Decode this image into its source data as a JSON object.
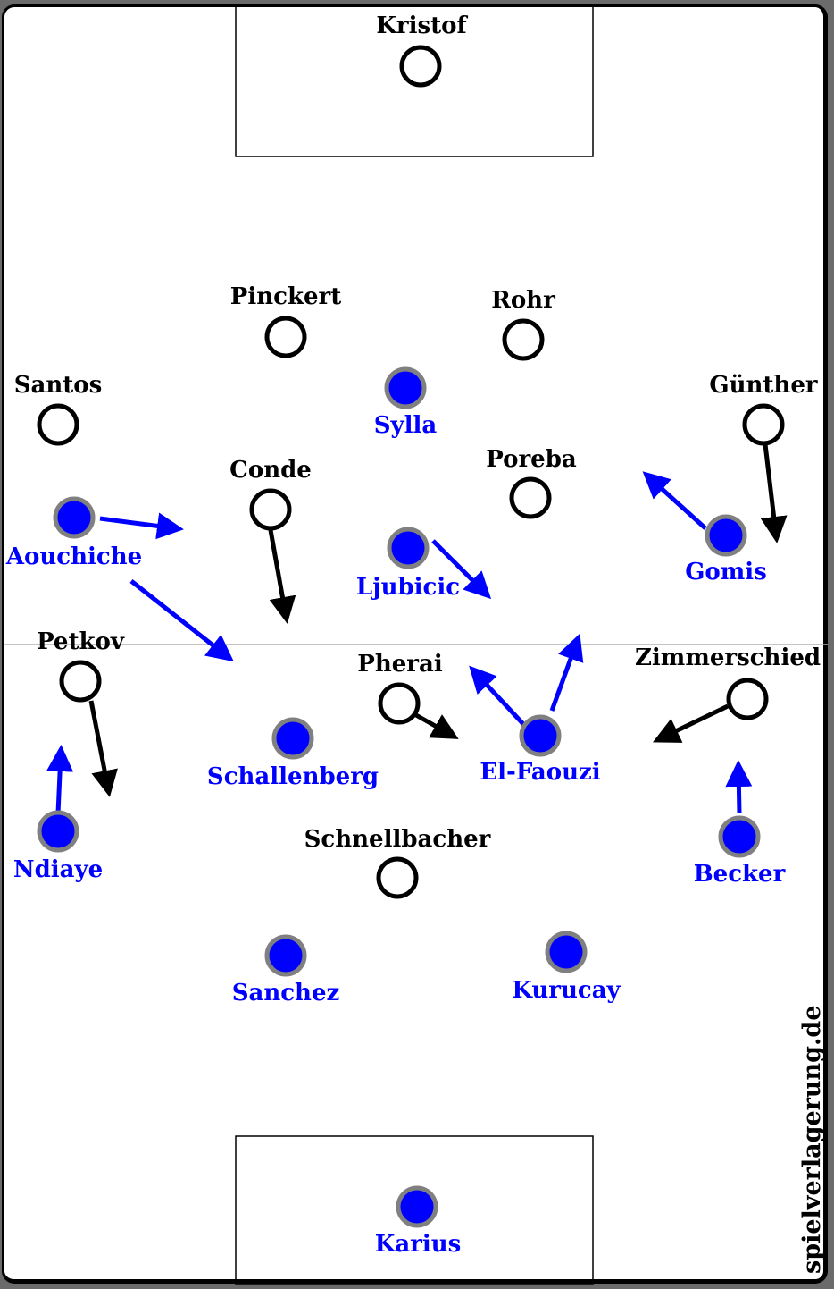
{
  "diagram": {
    "type": "football-formation",
    "colors": {
      "team_outline": "#000000",
      "team_blue": "#0000ff",
      "blue_ring": "#808080",
      "halfway_line": "#b0b0b0"
    },
    "watermark": "spielverlagerung.de",
    "teams": {
      "white": {
        "style": "hollow-circle",
        "players": [
          {
            "id": "kristof",
            "name": "Kristof"
          },
          {
            "id": "pinckert",
            "name": "Pinckert"
          },
          {
            "id": "rohr",
            "name": "Rohr"
          },
          {
            "id": "santos",
            "name": "Santos"
          },
          {
            "id": "guenther",
            "name": "Günther"
          },
          {
            "id": "conde",
            "name": "Conde"
          },
          {
            "id": "poreba",
            "name": "Poreba"
          },
          {
            "id": "petkov",
            "name": "Petkov"
          },
          {
            "id": "pherai",
            "name": "Pherai"
          },
          {
            "id": "zimmerschied",
            "name": "Zimmerschied"
          },
          {
            "id": "schnellbacher",
            "name": "Schnellbacher"
          }
        ]
      },
      "blue": {
        "style": "filled-circle",
        "players": [
          {
            "id": "sylla",
            "name": "Sylla"
          },
          {
            "id": "aouchiche",
            "name": "Aouchiche"
          },
          {
            "id": "ljubicic",
            "name": "Ljubicic"
          },
          {
            "id": "gomis",
            "name": "Gomis"
          },
          {
            "id": "schallenberg",
            "name": "Schallenberg"
          },
          {
            "id": "el-faouzi",
            "name": "El-Faouzi"
          },
          {
            "id": "ndiaye",
            "name": "Ndiaye"
          },
          {
            "id": "becker",
            "name": "Becker"
          },
          {
            "id": "sanchez",
            "name": "Sanchez"
          },
          {
            "id": "kurucay",
            "name": "Kurucay"
          },
          {
            "id": "karius",
            "name": "Karius"
          }
        ]
      }
    },
    "movements": [
      {
        "player": "aouchiche",
        "team": "blue",
        "direction": "right"
      },
      {
        "player": "aouchiche",
        "team": "blue",
        "direction": "down-right"
      },
      {
        "player": "ljubicic",
        "team": "blue",
        "direction": "down-right"
      },
      {
        "player": "gomis",
        "team": "blue",
        "direction": "up-left"
      },
      {
        "player": "el-faouzi",
        "team": "blue",
        "direction": "up-left"
      },
      {
        "player": "el-faouzi",
        "team": "blue",
        "direction": "up-right"
      },
      {
        "player": "ndiaye",
        "team": "blue",
        "direction": "up"
      },
      {
        "player": "becker",
        "team": "blue",
        "direction": "up"
      },
      {
        "player": "conde",
        "team": "white",
        "direction": "down"
      },
      {
        "player": "guenther",
        "team": "white",
        "direction": "down"
      },
      {
        "player": "petkov",
        "team": "white",
        "direction": "down"
      },
      {
        "player": "pherai",
        "team": "white",
        "direction": "down-right"
      },
      {
        "player": "zimmerschied",
        "team": "white",
        "direction": "down-left"
      }
    ]
  }
}
